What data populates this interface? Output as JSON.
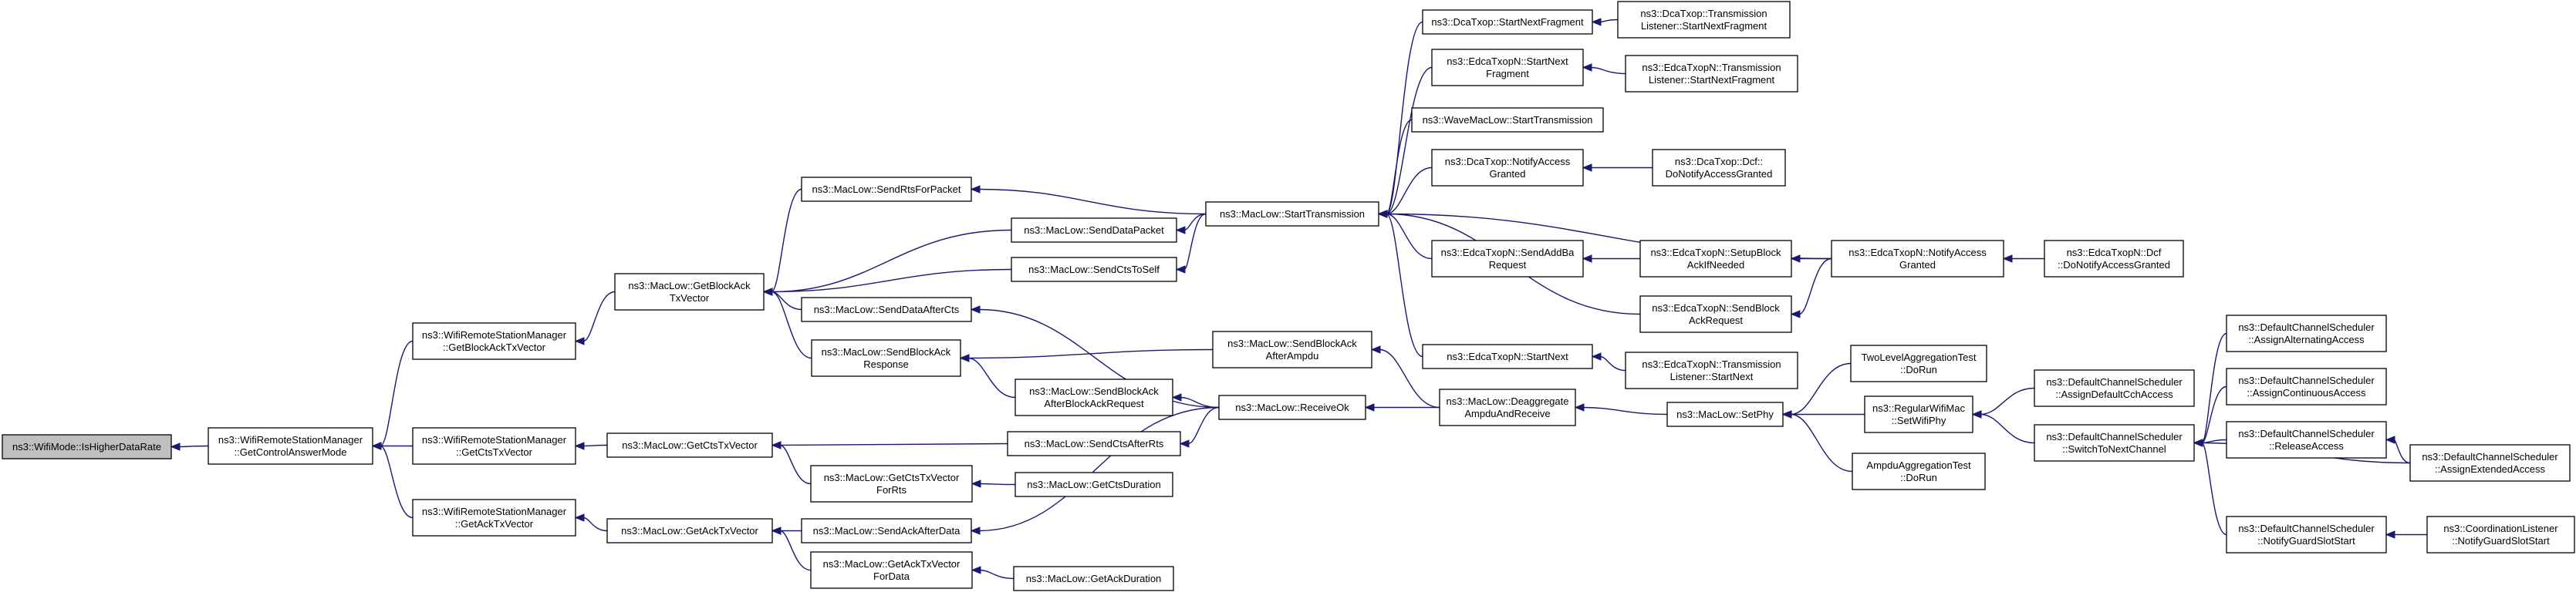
{
  "graph": {
    "title": "",
    "nodes": [
      {
        "id": "n0",
        "lines": [
          "ns3::WifiMode::IsHigherDataRate"
        ]
      },
      {
        "id": "n1",
        "lines": [
          "ns3::WifiRemoteStationManager",
          "::GetControlAnswerMode"
        ]
      },
      {
        "id": "n2",
        "lines": [
          "ns3::WifiRemoteStationManager",
          "::GetBlockAckTxVector"
        ]
      },
      {
        "id": "n3",
        "lines": [
          "ns3::WifiRemoteStationManager",
          "::GetCtsTxVector"
        ]
      },
      {
        "id": "n4",
        "lines": [
          "ns3::WifiRemoteStationManager",
          "::GetAckTxVector"
        ]
      },
      {
        "id": "n5",
        "lines": [
          "ns3::MacLow::GetBlockAck",
          "TxVector"
        ]
      },
      {
        "id": "n6",
        "lines": [
          "ns3::MacLow::GetCtsTxVector"
        ]
      },
      {
        "id": "n7",
        "lines": [
          "ns3::MacLow::GetAckTxVector"
        ]
      },
      {
        "id": "n8",
        "lines": [
          "ns3::MacLow::SendRtsForPacket"
        ]
      },
      {
        "id": "n9",
        "lines": [
          "ns3::MacLow::SendDataPacket"
        ]
      },
      {
        "id": "n10",
        "lines": [
          "ns3::MacLow::SendCtsToSelf"
        ]
      },
      {
        "id": "n11",
        "lines": [
          "ns3::MacLow::SendDataAfterCts"
        ]
      },
      {
        "id": "n12",
        "lines": [
          "ns3::MacLow::SendBlockAck",
          "Response"
        ]
      },
      {
        "id": "n13",
        "lines": [
          "ns3::MacLow::SendBlockAck",
          "AfterBlockAckRequest"
        ]
      },
      {
        "id": "n14",
        "lines": [
          "ns3::MacLow::SendCtsAfterRts"
        ]
      },
      {
        "id": "n15",
        "lines": [
          "ns3::MacLow::GetCtsTxVector",
          "ForRts"
        ]
      },
      {
        "id": "n16",
        "lines": [
          "ns3::MacLow::SendAckAfterData"
        ]
      },
      {
        "id": "n17",
        "lines": [
          "ns3::MacLow::GetAckTxVector",
          "ForData"
        ]
      },
      {
        "id": "n18",
        "lines": [
          "ns3::MacLow::GetCtsDuration"
        ]
      },
      {
        "id": "n19",
        "lines": [
          "ns3::MacLow::GetAckDuration"
        ]
      },
      {
        "id": "n20",
        "lines": [
          "ns3::MacLow::StartTransmission"
        ]
      },
      {
        "id": "n21",
        "lines": [
          "ns3::MacLow::SendBlockAck",
          "AfterAmpdu"
        ]
      },
      {
        "id": "n22",
        "lines": [
          "ns3::MacLow::ReceiveOk"
        ]
      },
      {
        "id": "n23",
        "lines": [
          "ns3::DcaTxop::StartNextFragment"
        ]
      },
      {
        "id": "n24",
        "lines": [
          "ns3::EdcaTxopN::StartNext",
          "Fragment"
        ]
      },
      {
        "id": "n25",
        "lines": [
          "ns3::WaveMacLow::StartTransmission"
        ]
      },
      {
        "id": "n26",
        "lines": [
          "ns3::DcaTxop::NotifyAccess",
          "Granted"
        ]
      },
      {
        "id": "n27",
        "lines": [
          "ns3::EdcaTxopN::SendAddBa",
          "Request"
        ]
      },
      {
        "id": "n28",
        "lines": [
          "ns3::EdcaTxopN::StartNext"
        ]
      },
      {
        "id": "n29",
        "lines": [
          "ns3::MacLow::Deaggregate",
          "AmpduAndReceive"
        ]
      },
      {
        "id": "n30",
        "lines": [
          "ns3::DcaTxop::Transmission",
          "Listener::StartNextFragment"
        ]
      },
      {
        "id": "n31",
        "lines": [
          "ns3::EdcaTxopN::Transmission",
          "Listener::StartNextFragment"
        ]
      },
      {
        "id": "n32",
        "lines": [
          "ns3::DcaTxop::Dcf::",
          "DoNotifyAccessGranted"
        ]
      },
      {
        "id": "n33",
        "lines": [
          "ns3::EdcaTxopN::SetupBlock",
          "AckIfNeeded"
        ]
      },
      {
        "id": "n34",
        "lines": [
          "ns3::EdcaTxopN::SendBlock",
          "AckRequest"
        ]
      },
      {
        "id": "n35",
        "lines": [
          "ns3::EdcaTxopN::Transmission",
          "Listener::StartNext"
        ]
      },
      {
        "id": "n36",
        "lines": [
          "ns3::MacLow::SetPhy"
        ]
      },
      {
        "id": "n37",
        "lines": [
          "ns3::EdcaTxopN::NotifyAccess",
          "Granted"
        ]
      },
      {
        "id": "n38",
        "lines": [
          "ns3::EdcaTxopN::Dcf",
          "::DoNotifyAccessGranted"
        ]
      },
      {
        "id": "n39",
        "lines": [
          "TwoLevelAggregationTest",
          "::DoRun"
        ]
      },
      {
        "id": "n40",
        "lines": [
          "ns3::RegularWifiMac",
          "::SetWifiPhy"
        ]
      },
      {
        "id": "n41",
        "lines": [
          "AmpduAggregationTest",
          "::DoRun"
        ]
      },
      {
        "id": "n42",
        "lines": [
          "ns3::DefaultChannelScheduler",
          "::AssignDefaultCchAccess"
        ]
      },
      {
        "id": "n43",
        "lines": [
          "ns3::DefaultChannelScheduler",
          "::SwitchToNextChannel"
        ]
      },
      {
        "id": "n44",
        "lines": [
          "ns3::DefaultChannelScheduler",
          "::NotifyGuardSlotStart"
        ]
      },
      {
        "id": "n45",
        "lines": [
          "ns3::DefaultChannelScheduler",
          "::AssignAlternatingAccess"
        ]
      },
      {
        "id": "n46",
        "lines": [
          "ns3::DefaultChannelScheduler",
          "::AssignContinuousAccess"
        ]
      },
      {
        "id": "n47",
        "lines": [
          "ns3::DefaultChannelScheduler",
          "::ReleaseAccess"
        ]
      },
      {
        "id": "n48",
        "lines": [
          "ns3::DefaultChannelScheduler",
          "::AssignExtendedAccess"
        ]
      },
      {
        "id": "n49",
        "lines": [
          "ns3::CoordinationListener",
          "::NotifyGuardSlotStart"
        ]
      }
    ],
    "edges": [
      [
        "n1",
        "n0"
      ],
      [
        "n2",
        "n1"
      ],
      [
        "n3",
        "n1"
      ],
      [
        "n4",
        "n1"
      ],
      [
        "n5",
        "n2"
      ],
      [
        "n6",
        "n3"
      ],
      [
        "n7",
        "n4"
      ],
      [
        "n8",
        "n5"
      ],
      [
        "n9",
        "n5"
      ],
      [
        "n10",
        "n5"
      ],
      [
        "n11",
        "n5"
      ],
      [
        "n12",
        "n5"
      ],
      [
        "n14",
        "n6"
      ],
      [
        "n15",
        "n6"
      ],
      [
        "n16",
        "n7"
      ],
      [
        "n17",
        "n7"
      ],
      [
        "n18",
        "n15"
      ],
      [
        "n19",
        "n17"
      ],
      [
        "n20",
        "n8"
      ],
      [
        "n20",
        "n9"
      ],
      [
        "n20",
        "n10"
      ],
      [
        "n21",
        "n12"
      ],
      [
        "n13",
        "n12"
      ],
      [
        "n22",
        "n11"
      ],
      [
        "n22",
        "n13"
      ],
      [
        "n22",
        "n14"
      ],
      [
        "n22",
        "n16"
      ],
      [
        "n23",
        "n20"
      ],
      [
        "n24",
        "n20"
      ],
      [
        "n25",
        "n20"
      ],
      [
        "n26",
        "n20"
      ],
      [
        "n27",
        "n20"
      ],
      [
        "n28",
        "n20"
      ],
      [
        "n37",
        "n20"
      ],
      [
        "n34",
        "n20"
      ],
      [
        "n29",
        "n21"
      ],
      [
        "n29",
        "n22"
      ],
      [
        "n30",
        "n23"
      ],
      [
        "n31",
        "n24"
      ],
      [
        "n32",
        "n26"
      ],
      [
        "n33",
        "n27"
      ],
      [
        "n37",
        "n33"
      ],
      [
        "n37",
        "n34"
      ],
      [
        "n38",
        "n37"
      ],
      [
        "n35",
        "n28"
      ],
      [
        "n36",
        "n29"
      ],
      [
        "n39",
        "n36"
      ],
      [
        "n40",
        "n36"
      ],
      [
        "n41",
        "n36"
      ],
      [
        "n42",
        "n40"
      ],
      [
        "n43",
        "n40"
      ],
      [
        "n45",
        "n43"
      ],
      [
        "n46",
        "n43"
      ],
      [
        "n47",
        "n43"
      ],
      [
        "n48",
        "n43"
      ],
      [
        "n44",
        "n43"
      ],
      [
        "n48",
        "n47"
      ],
      [
        "n49",
        "n44"
      ]
    ]
  }
}
